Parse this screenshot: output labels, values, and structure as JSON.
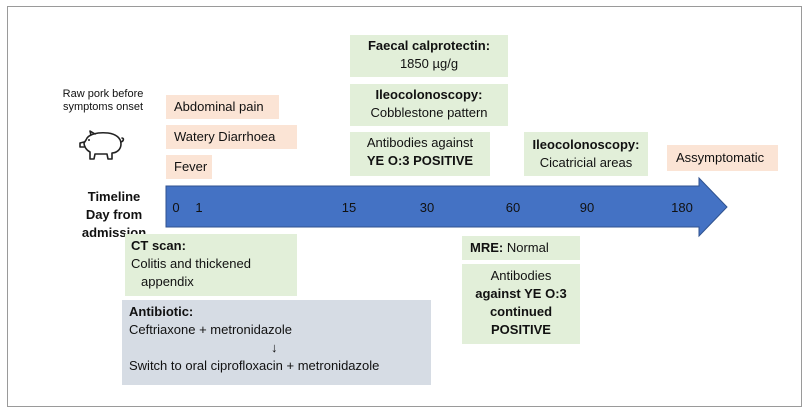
{
  "exposure": {
    "line1": "Raw pork before",
    "line2": "symptoms onset"
  },
  "symptoms": [
    "Abdominal pain",
    "Watery Diarrhoea",
    "Fever"
  ],
  "timeline": {
    "title1": "Timeline",
    "title2": "Day from admission",
    "days": [
      "0",
      "1",
      "15",
      "30",
      "60",
      "90",
      "180"
    ]
  },
  "calprotectin": {
    "title": "Faecal calprotectin:",
    "value": "1850 µg/g"
  },
  "ileo1": {
    "title": "Ileocolonoscopy:",
    "text": "Cobblestone pattern"
  },
  "antibodies1": {
    "line1": "Antibodies against",
    "line2": "YE O:3 POSITIVE"
  },
  "ileo2": {
    "title": "Ileocolonoscopy:",
    "text": "Cicatricial areas"
  },
  "outcome": "Assymptomatic",
  "ct": {
    "title": "CT scan:",
    "line1": "Colitis and thickened",
    "line2": "appendix"
  },
  "antibiotic": {
    "title": "Antibiotic:",
    "line1": "Ceftriaxone + metronidazole",
    "arrow": "↓",
    "line2": "Switch to oral ciprofloxacin + metronidazole"
  },
  "mre": {
    "title": "MRE:",
    "text": "Normal"
  },
  "antibodies2": {
    "line1": "Antibodies",
    "line2": "against YE O:3",
    "line3": "continued",
    "line4": "POSITIVE"
  },
  "colors": {
    "arrow": "#4472c4",
    "green": "#e2efd9",
    "peach": "#fbe4d5",
    "gray": "#d6dce4"
  },
  "icons": {
    "exposure": "pig-icon"
  }
}
